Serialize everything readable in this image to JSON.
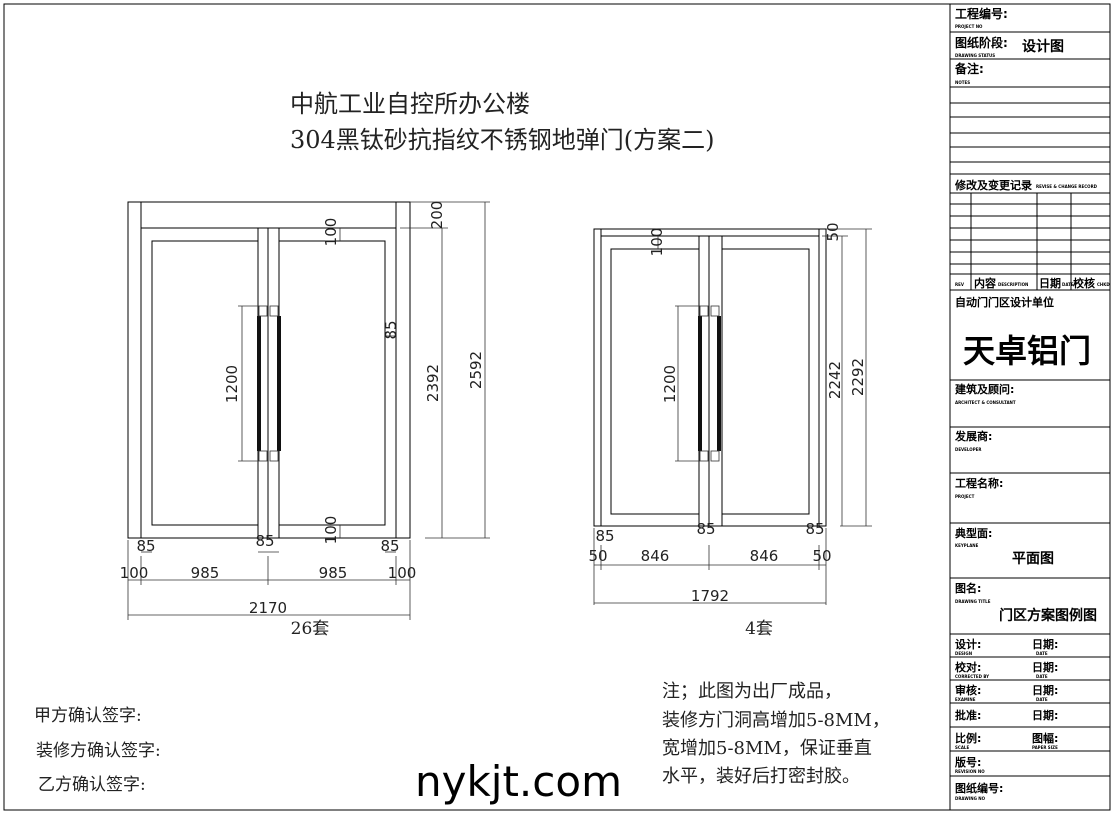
{
  "title": {
    "line1": "中航工业自控所办公楼",
    "line2": "304黑钛砂抗指纹不锈钢地弹门(方案二)"
  },
  "door1": {
    "dims": {
      "top_frame": "200",
      "top_rail": "100",
      "bottom_rail": "100",
      "stile_right": "85",
      "handle": "1200",
      "inner_height": "2392",
      "total_height": "2592",
      "stile_left_bottom": "85",
      "stile_mid_bottom": "85",
      "stile_right_bottom": "85",
      "jamb_left": "100",
      "leaf_left": "985",
      "leaf_right": "985",
      "jamb_right": "100",
      "total_width": "2170"
    },
    "quantity": "26套"
  },
  "door2": {
    "dims": {
      "top_frame": "50",
      "top_rail": "100",
      "handle": "1200",
      "inner_height": "2242",
      "total_height": "2292",
      "stile_left_bottom": "85",
      "stile_mid_bottom": "85",
      "stile_right_bottom": "85",
      "jamb_left": "50",
      "leaf_left": "846",
      "leaf_right": "846",
      "jamb_right": "50",
      "total_width": "1792"
    },
    "quantity": "4套"
  },
  "signatures": {
    "party_a": "甲方确认签字:",
    "decorator": "装修方确认签字:",
    "party_b": "乙方确认签字:"
  },
  "notes": [
    "注；此图为出厂成品，",
    "装修方门洞高增加5-8MM，",
    "宽增加5-8MM，保证垂直",
    "水平，装好后打密封胶。"
  ],
  "watermark": "nykjt.com",
  "title_block": {
    "project_no": {
      "label": "工程编号:",
      "en": "PROJECT NO"
    },
    "drawing_status": {
      "label": "图纸阶段:",
      "en": "DRAWING STATUS",
      "value": "设计图"
    },
    "notes": {
      "label": "备注:",
      "en": "NOTES"
    },
    "revise": {
      "label": "修改及变更记录",
      "en": "REVISE & CHANGE RECORD"
    },
    "revise_headers": [
      {
        "cn": "",
        "en": "REV"
      },
      {
        "cn": "内容",
        "en": "DESCRIPTION"
      },
      {
        "cn": "日期",
        "en": "DATE"
      },
      {
        "cn": "校核",
        "en": "CHKD"
      }
    ],
    "designer_unit": {
      "label": "自动门门区设计单位",
      "value": "天卓铝门"
    },
    "architect": {
      "label": "建筑及顾问:",
      "en": "ARCHITECT & CONSULTANT"
    },
    "developer": {
      "label": "发展商:",
      "en": "DEVELOPER"
    },
    "project": {
      "label": "工程名称:",
      "en": "PROJECT"
    },
    "keyplane": {
      "label": "典型面:",
      "en": "KEYPLANE",
      "value": "平面图"
    },
    "drawing_title": {
      "label": "图名:",
      "en": "DRAWING TITLE",
      "value": "门区方案图例图"
    },
    "sign_rows": [
      {
        "l": "设计:",
        "len": "DESIGN",
        "r": "日期:",
        "ren": "DATE"
      },
      {
        "l": "校对:",
        "len": "CORRECTED BY",
        "r": "日期:",
        "ren": "DATE"
      },
      {
        "l": "审核:",
        "len": "EXAMINE",
        "r": "日期:",
        "ren": "DATE"
      },
      {
        "l": "批准:",
        "len": "",
        "r": "日期:",
        "ren": ""
      },
      {
        "l": "比例:",
        "len": "SCALE",
        "r": "图幅:",
        "ren": "PAPER SIZE"
      }
    ],
    "revision_no": {
      "label": "版号:",
      "en": "REVISION NO"
    },
    "drawing_no": {
      "label": "图纸编号:",
      "en": "DRAWING NO"
    }
  }
}
